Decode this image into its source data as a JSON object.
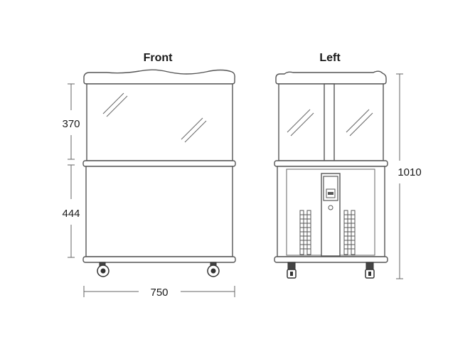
{
  "views": {
    "front": {
      "title": "Front"
    },
    "left": {
      "title": "Left"
    }
  },
  "dimensions": {
    "upper_height": "370",
    "lower_height": "444",
    "width": "750",
    "total_height": "1010"
  },
  "icons": [
    "caster-wheel-icon",
    "ventilation-grille-icon",
    "control-panel-icon",
    "glass-reflection-icon"
  ]
}
